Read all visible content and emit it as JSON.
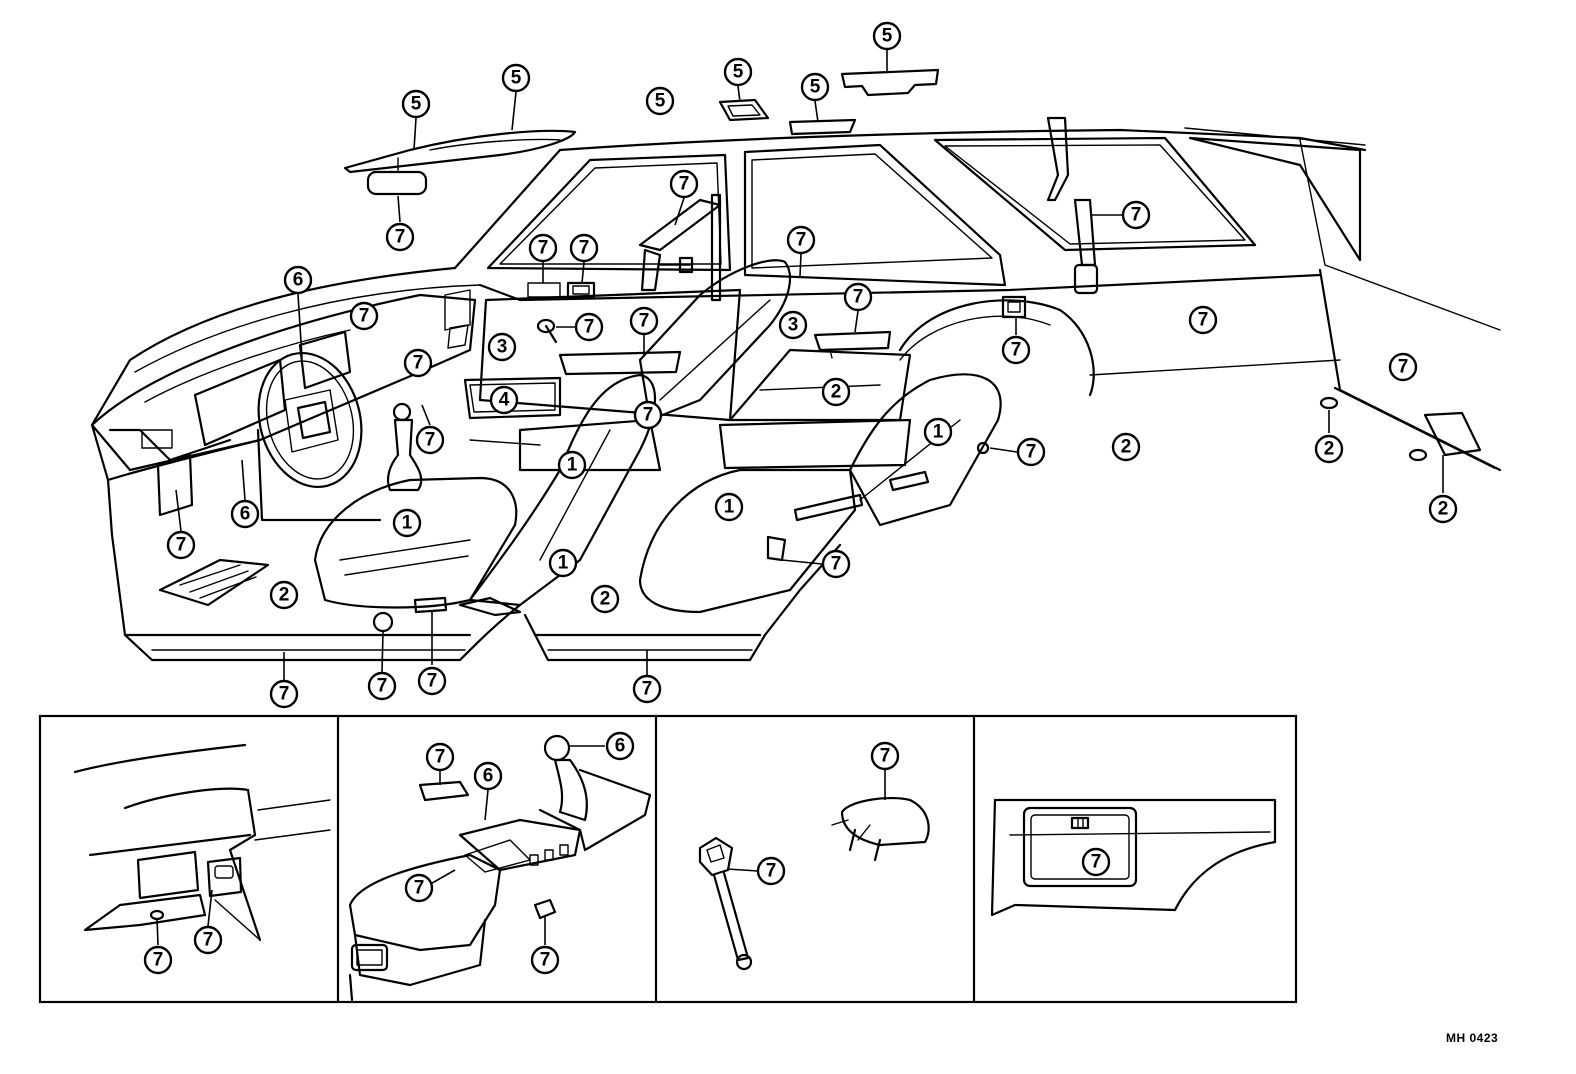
{
  "drawing_code": "MH 0423",
  "colors": {
    "ink": "#000000",
    "paper": "#ffffff"
  },
  "callouts": {
    "c1": "5",
    "c2": "5",
    "c3": "5",
    "c4": "5",
    "c5": "5",
    "c6": "5",
    "c7": "7",
    "c8": "7",
    "c9": "7",
    "c10": "7",
    "c11": "6",
    "c12": "7",
    "c13": "7",
    "c14": "7",
    "c15": "3",
    "c16": "7",
    "c17": "3",
    "c18": "7",
    "c19": "7",
    "c20": "7",
    "c21": "4",
    "c22": "7",
    "c23": "7",
    "c24": "2",
    "c25": "7",
    "c26": "7",
    "c27": "2",
    "c28": "2",
    "c29": "1",
    "c30": "1",
    "c31": "1",
    "c32": "1",
    "c33": "1",
    "c34": "2",
    "c35": "6",
    "c36": "7",
    "c37": "2",
    "c38": "7",
    "c39": "2",
    "c40": "7",
    "c41": "7",
    "c42": "7",
    "c43": "7",
    "p1a": "7",
    "p1b": "7",
    "p2a": "7",
    "p2b": "6",
    "p2c": "6",
    "p2d": "7",
    "p2e": "7",
    "p3a": "7",
    "p3b": "7",
    "p4a": "7"
  }
}
